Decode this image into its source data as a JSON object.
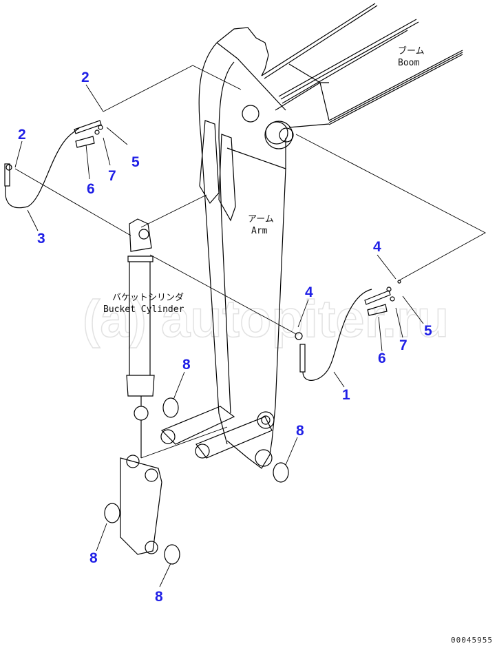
{
  "labels": {
    "boom_jp": "ブーム",
    "boom_en": "Boom",
    "arm_jp": "アーム",
    "arm_en": "Arm",
    "bucket_cylinder_jp": "バケットシリンダ",
    "bucket_cylinder_en": "Bucket Cylinder"
  },
  "callouts": [
    "2",
    "2",
    "3",
    "6",
    "7",
    "5",
    "4",
    "5",
    "7",
    "6",
    "4",
    "1",
    "8",
    "8",
    "8",
    "8"
  ],
  "drawing_code": "00045955",
  "watermark": "autopiter.ru",
  "colors": {
    "callout": "#1f1fe6",
    "line": "#000000"
  }
}
